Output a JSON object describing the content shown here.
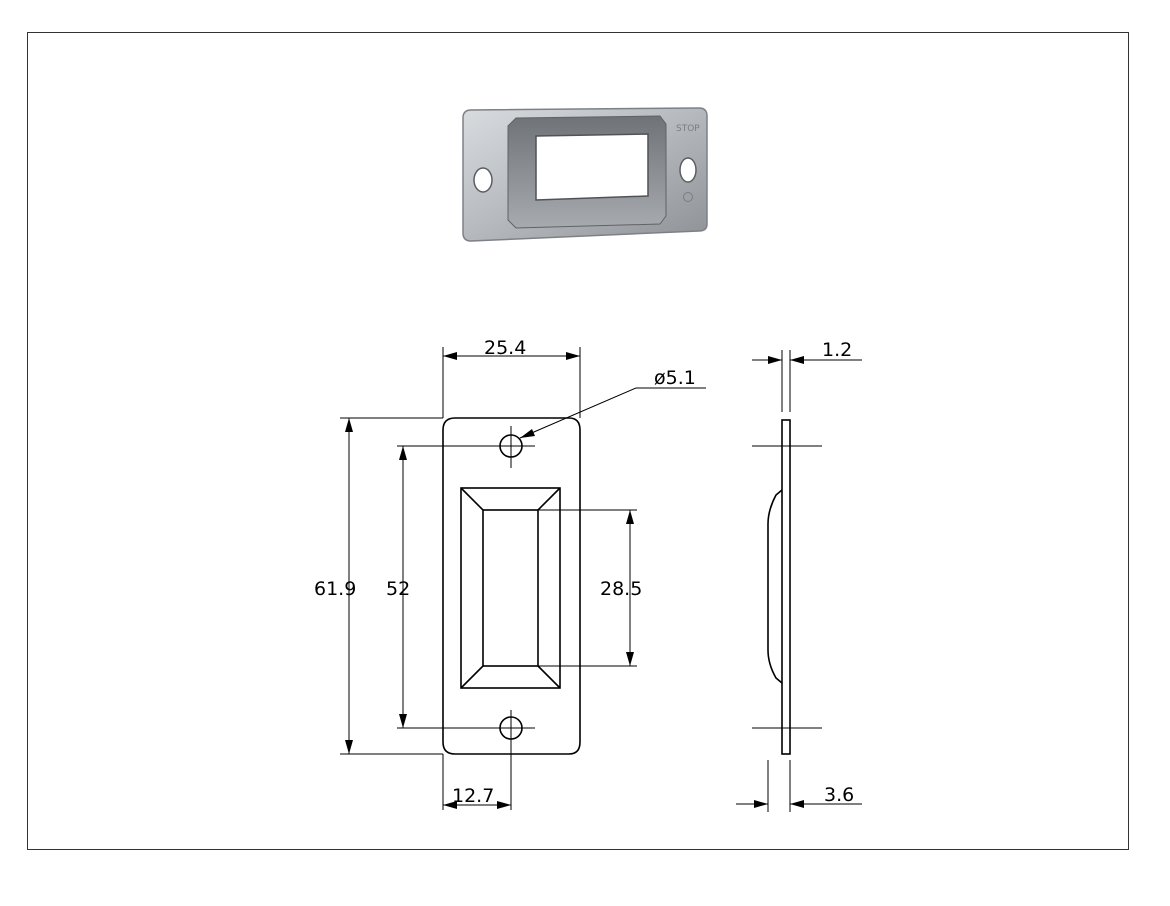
{
  "diagram": {
    "product_photo": {
      "stamp": "STOP"
    },
    "front_view": {
      "dim_width": "25.4",
      "dim_hole": "ø5.1",
      "dim_height_overall": "61.9",
      "dim_hole_spacing": "52",
      "dim_window_height": "28.5",
      "dim_hole_offset": "12.7"
    },
    "side_view": {
      "dim_thickness": "1.2",
      "dim_depth": "3.6"
    }
  }
}
